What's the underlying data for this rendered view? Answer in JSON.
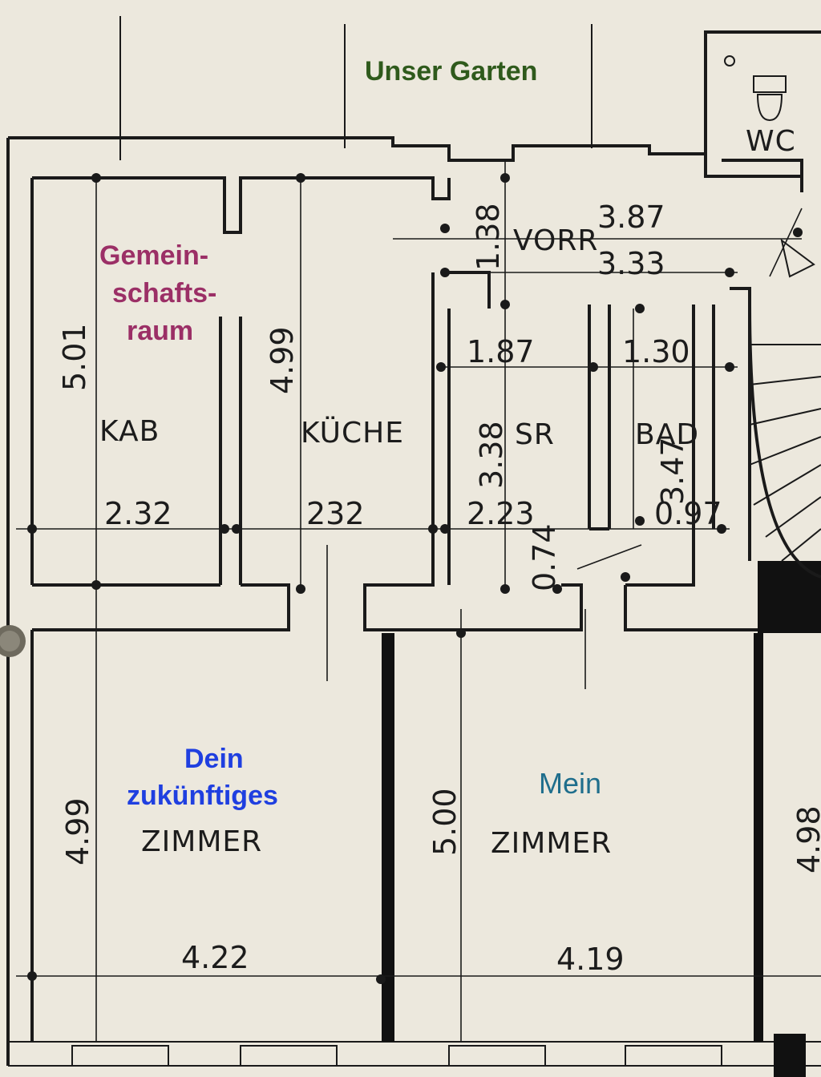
{
  "notes": {
    "garden": "Unser Garten",
    "common_room": [
      "Gemein-",
      "schafts-",
      "raum"
    ],
    "your_room": [
      "Dein",
      "zukünftiges"
    ],
    "my_room": "Mein",
    "colors": {
      "garden": "#2f5a1c",
      "common_room": "#9b2f66",
      "your_room": "#1f3fe0",
      "my_room": "#1f6e8c"
    }
  },
  "rooms": {
    "kab": "KAB",
    "kueche": "KÜCHE",
    "sr": "SR",
    "bad": "BAD",
    "vorr": "VORR",
    "wc": "WC",
    "zimmer_left": "ZIMMER",
    "zimmer_right": "ZIMMER"
  },
  "dimensions": {
    "kab_len": "5.01",
    "kab_width": "2.32",
    "kueche_len": "4.99",
    "kueche_width": "232",
    "vorr_len": "1.38",
    "vorr_top": "3.87",
    "vorr_mid": "3.33",
    "sr_width_top": "1.87",
    "sr_len": "3.38",
    "sr_width": "2.23",
    "bad_width_top": "1.30",
    "bad_len": "3.47",
    "bad_width": "0.97",
    "passage": "0.74",
    "zimmer_left_len": "4.99",
    "zimmer_left_width": "4.22",
    "zimmer_right_len": "5.00",
    "zimmer_right_width": "4.19",
    "zimmer_far_len": "4.98"
  }
}
